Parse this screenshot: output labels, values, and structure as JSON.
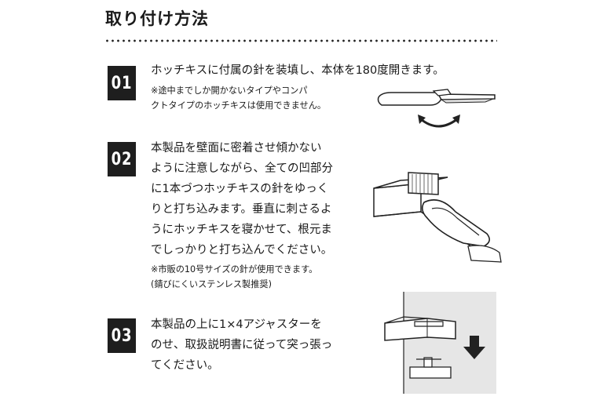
{
  "heading": "取り付け方法",
  "steps": [
    {
      "number": "01",
      "lines": [
        "ホッチキスに付属の針を装填し、本体を180度開きます。"
      ],
      "notes": [
        "※途中までしか開かないタイプやコンパ",
        "クトタイプのホッチキスは使用できません。"
      ]
    },
    {
      "number": "02",
      "lines": [
        "本製品を壁面に密着させ傾かない",
        "ように注意しながら、全ての凹部分",
        "に1本づつホッチキスの針をゆっく",
        "りと打ち込みます。垂直に刺さるよ",
        "うにホッチキスを寝かせて、根元ま",
        "でしっかりと打ち込んでください。"
      ],
      "notes": [
        "※市販の10号サイズの針が使用できます。",
        "(錆びにくいステンレス製推奨)"
      ]
    },
    {
      "number": "03",
      "lines": [
        "本製品の上に1×4アジャスターを",
        "のせ、取扱説明書に従って突っ張っ",
        "てください。"
      ],
      "notes": []
    }
  ]
}
